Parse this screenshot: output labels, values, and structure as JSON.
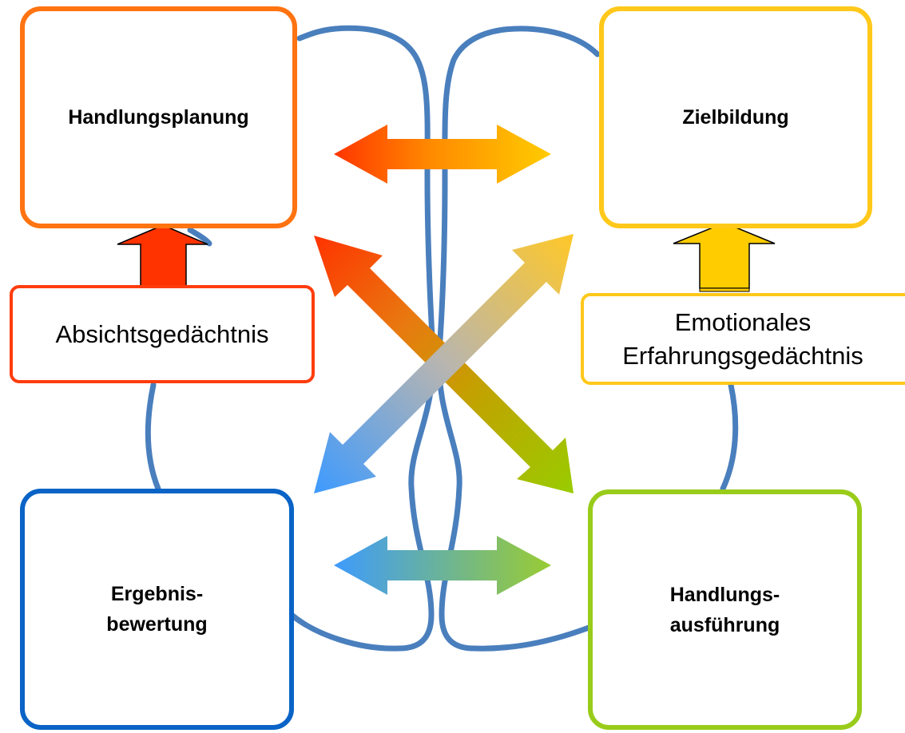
{
  "colors": {
    "brain_outline": "#4a7fbd",
    "planung": "#ff7311",
    "zielbildung": "#ffc81a",
    "ergebnis": "#0a63c6",
    "ausfuehrung": "#99cc1a",
    "absicht": "#ff3d0d",
    "emotional": "#ffc81a",
    "arrow_red": "#ff3300",
    "arrow_orange": "#ff6a00",
    "arrow_yellow": "#ffcc00",
    "arrow_blue": "#3d9aff",
    "arrow_green": "#99cc00"
  },
  "boxes": {
    "handlungsplanung": {
      "lines": [
        "Handlungsplanung"
      ]
    },
    "zielbildung": {
      "lines": [
        "Zielbildung"
      ]
    },
    "ergebnisbewertung": {
      "lines": [
        "Ergebnis-",
        "bewertung"
      ]
    },
    "handlungsausfuehrung": {
      "lines": [
        "Handlungs-",
        "ausführung"
      ]
    },
    "absichtsgedaechtnis": {
      "lines": [
        "Absichtsgedächtnis"
      ]
    },
    "erfahrungsgedaechtnis": {
      "lines": [
        "Emotionales",
        "Erfahrungsgedächtnis"
      ]
    }
  },
  "arrows": [
    {
      "name": "top-double-arrow",
      "from": "handlungsplanung",
      "to": "zielbildung"
    },
    {
      "name": "bottom-double-arrow",
      "from": "ergebnisbewertung",
      "to": "handlungsausfuehrung"
    },
    {
      "name": "diagonal-double-arrow-planung-ausfuehrung",
      "from": "handlungsplanung",
      "to": "handlungsausfuehrung"
    },
    {
      "name": "diagonal-double-arrow-ergebnis-ziel",
      "from": "ergebnisbewertung",
      "to": "zielbildung"
    },
    {
      "name": "absicht-up-arrow",
      "from": "absichtsgedaechtnis",
      "to": "handlungsplanung"
    },
    {
      "name": "erfahrung-up-arrow",
      "from": "erfahrungsgedaechtnis",
      "to": "zielbildung"
    }
  ]
}
